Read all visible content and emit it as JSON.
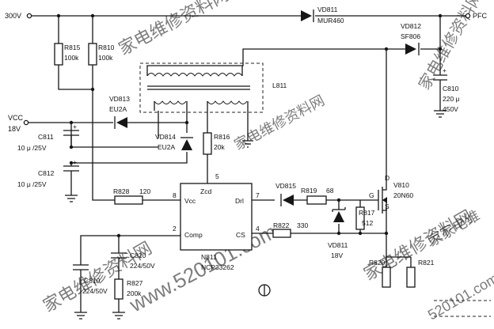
{
  "rails": {
    "input": "300V",
    "output": "PFC",
    "vcc": [
      "VCC",
      "18V"
    ]
  },
  "components": {
    "R815": [
      "R815",
      "100k"
    ],
    "R810": [
      "R810",
      "100k"
    ],
    "VD811": [
      "VD811",
      "MUR460"
    ],
    "VD812": [
      "VD812",
      "SF806"
    ],
    "C810": [
      "C810",
      "220 μ",
      "450V"
    ],
    "VD813": [
      "VD813",
      "EU2A"
    ],
    "VD814": [
      "VD814",
      "EU2A"
    ],
    "L811": [
      "L811"
    ],
    "C811": [
      "C811",
      "10 μ /25V"
    ],
    "C812": [
      "C812",
      "10 μ /25V"
    ],
    "R816": [
      "R816",
      "20k"
    ],
    "R828": [
      "R828",
      "120"
    ],
    "VD815": [
      "VD815"
    ],
    "R819": [
      "R819",
      "68"
    ],
    "R817": [
      "R817",
      "512"
    ],
    "R822": [
      "R822",
      "330"
    ],
    "VD811b": [
      "VD811",
      "18V"
    ],
    "V810": [
      "V810",
      "20N60"
    ],
    "C820": [
      "C820",
      "224/50V"
    ],
    "C819": [
      "C819",
      "224/50V"
    ],
    "R827": [
      "R827",
      "200k"
    ],
    "R820": [
      "R820"
    ],
    "R821": [
      "R821"
    ]
  },
  "ic": {
    "ref": "N811",
    "part": "NCP33262",
    "pins": {
      "zcd": "Zcd",
      "vcc": "Vcc",
      "drv": "Drl",
      "comp": "Comp",
      "cs": "CS",
      "n5": "5",
      "n8": "8",
      "n7": "7",
      "n2": "2",
      "n4": "4"
    }
  },
  "mosfet_pins": {
    "d": "D",
    "g": "G",
    "s": "S"
  },
  "watermarks": [
    "家电维修资料网",
    "家电维修资料网",
    "www.520101.com",
    "家电维修资料网",
    "家电维修资料网",
    "家家电维",
    "520101.com",
    "家电维修资料网"
  ]
}
